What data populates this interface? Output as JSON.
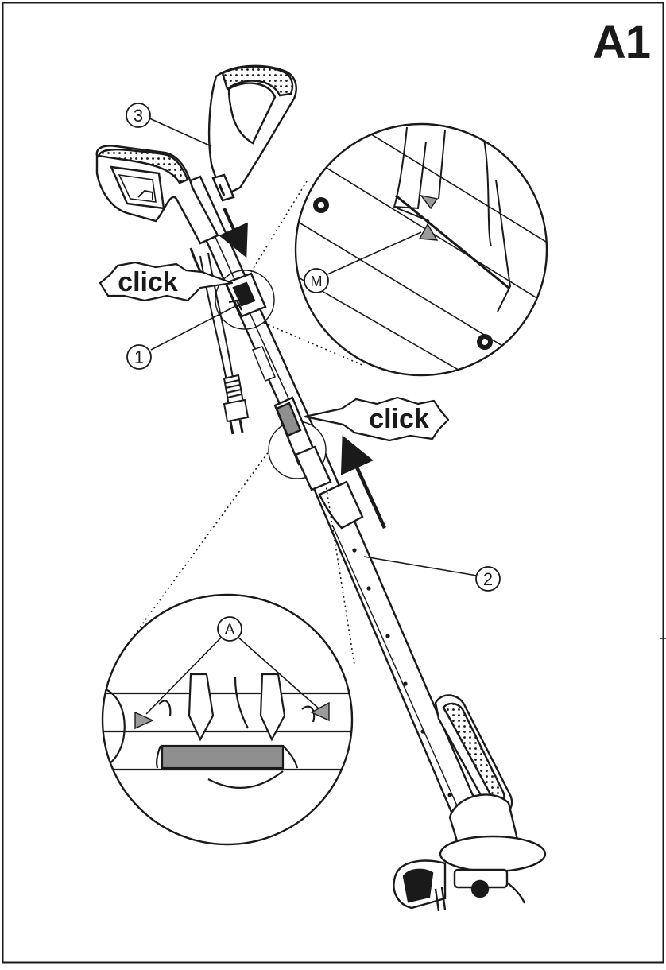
{
  "figure": {
    "id": "A1"
  },
  "callouts": {
    "handle_number": "3",
    "collar_number": "1",
    "shaft_number": "2",
    "marker_m": "M",
    "marker_a": "A"
  },
  "annotations": {
    "click_upper": "click",
    "click_lower": "click"
  },
  "colors": {
    "line": "#1a1a1a",
    "marker_fill": "#9b9b9b",
    "band_fill": "#8f8f8f"
  }
}
